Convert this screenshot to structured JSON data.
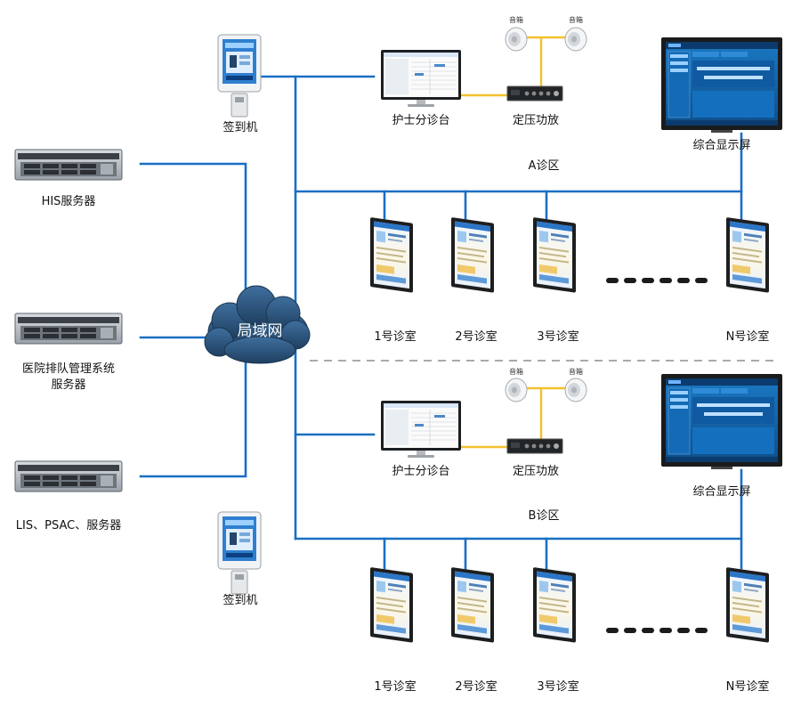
{
  "network": {
    "cloud_label": "局域网"
  },
  "servers": [
    {
      "label": "HIS服务器"
    },
    {
      "label_line1": "医院排队管理系统",
      "label_line2": "服务器"
    },
    {
      "label": "LIS、PSAC、服务器"
    }
  ],
  "zones": [
    {
      "zone_label": "A诊区",
      "kiosk_label": "签到机",
      "nurse_station_label": "护士分诊台",
      "amplifier_label": "定压功放",
      "speaker_labels": [
        "音箱",
        "音箱"
      ],
      "display_label": "综合显示屏",
      "rooms": [
        "1号诊室",
        "2号诊室",
        "3号诊室",
        "N号诊室"
      ]
    },
    {
      "zone_label": "B诊区",
      "kiosk_label": "签到机",
      "nurse_station_label": "护士分诊台",
      "amplifier_label": "定压功放",
      "speaker_labels": [
        "音箱",
        "音箱"
      ],
      "display_label": "综合显示屏",
      "rooms": [
        "1号诊室",
        "2号诊室",
        "3号诊室",
        "N号诊室"
      ]
    }
  ],
  "colors": {
    "network_line": "#1a6fc4",
    "audio_line": "#f2c12e",
    "cloud": "#2d5a86",
    "display_screen": "#1565a8"
  }
}
